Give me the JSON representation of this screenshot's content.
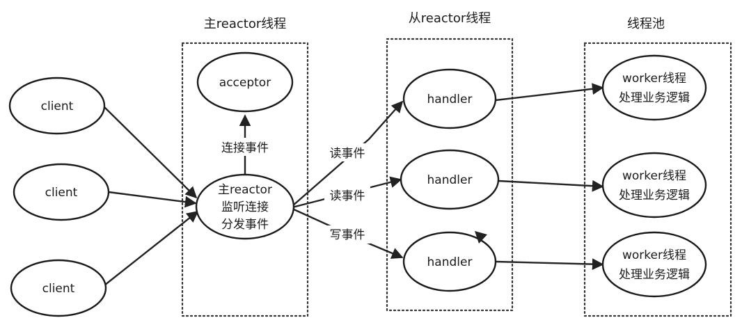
{
  "groups": {
    "main_reactor": "主reactor线程",
    "sub_reactor": "从reactor线程",
    "thread_pool": "线程池"
  },
  "nodes": {
    "client_1": "client",
    "client_2": "client",
    "client_3": "client",
    "acceptor": "acceptor",
    "main_reactor": [
      "主reactor",
      "监听连接",
      "分发事件"
    ],
    "handler_1": "handler",
    "handler_2": "handler",
    "handler_3": "handler",
    "worker_1": [
      "worker线程",
      "处理业务逻辑"
    ],
    "worker_2": [
      "worker线程",
      "处理业务逻辑"
    ],
    "worker_3": [
      "worker线程",
      "处理业务逻辑"
    ]
  },
  "edges": {
    "connect_event": "连接事件",
    "read_event_1": "读事件",
    "read_event_2": "读事件",
    "write_event": "写事件"
  },
  "colors": {
    "stroke": "#1a1a1a",
    "background": "#ffffff"
  }
}
